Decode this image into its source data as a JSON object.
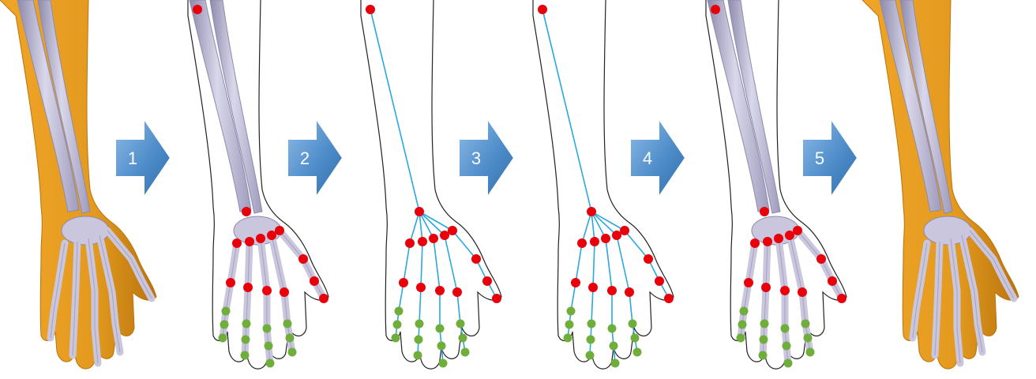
{
  "figure": {
    "steps": [
      {
        "label": "1"
      },
      {
        "label": "2"
      },
      {
        "label": "3"
      },
      {
        "label": "4"
      },
      {
        "label": "5"
      }
    ],
    "panels": [
      {
        "name": "skinned-arm-original",
        "content": "skin-and-bones"
      },
      {
        "name": "outline-with-bones-and-joints",
        "content": "outline-bones-joints"
      },
      {
        "name": "outline-with-skeleton-graph",
        "content": "outline-graph"
      },
      {
        "name": "outline-with-deformed-graph",
        "content": "outline-graph-deformed"
      },
      {
        "name": "outline-with-bones-and-joints-deformed",
        "content": "outline-bones-joints"
      },
      {
        "name": "skinned-arm-result",
        "content": "skin-and-bones"
      }
    ],
    "colors": {
      "skin": "#e39a1e",
      "skin_shadow": "#b9740d",
      "bone": "#c9c6dd",
      "bone_shadow": "#8e8aac",
      "joint_red": "#e8000b",
      "joint_green": "#6fae3a",
      "graph_line": "#2aa8de",
      "outline": "#222222",
      "arrow_fill": "#4f8dca",
      "arrow_light": "#8fbce8"
    }
  }
}
